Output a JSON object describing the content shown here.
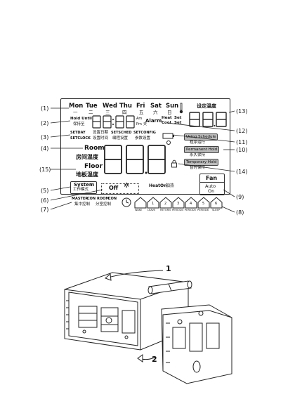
{
  "lcd": {
    "days": [
      "Mon",
      "Tue",
      "Wed",
      "Thu",
      "Fri",
      "Sat",
      "Sun"
    ],
    "days_cn": [
      "一",
      "二",
      "三",
      "四",
      "五",
      "六",
      "日"
    ],
    "set_temp_label": "设定温度",
    "hold_until": "Hold Until",
    "hold_until_cn": "保持至",
    "am": "Am",
    "pm": "Pm",
    "days_cn_unit": "天",
    "alarm": "Alarm",
    "heat": "Heat",
    "cool": "Cool",
    "set1": "Set",
    "set2": "Set",
    "setday": "SETDAY",
    "setday_cn": "设置日期",
    "setsched": "SETSCHED",
    "setconfig": "SETCONFIG",
    "setclock": "SETCLOCK",
    "setclock_cn": "设置时间",
    "setsched_cn": "编程设置",
    "setconfig_cn": "参数设置",
    "room": "Room",
    "room_cn": "房间温度",
    "floor": "Floor",
    "floor_cn": "地板温度",
    "using_schedule": "Using Schedule",
    "using_schedule_cn": "程序运行",
    "permanent_hold": "Permanent Hold",
    "permanent_hold_cn": "永久保持",
    "temporary_hold": "Temporary Hold",
    "temporary_hold_cn": "暂时保持",
    "system": "System",
    "system_cn": "工作模式",
    "off": "Off",
    "heat_on": "HeatOn",
    "heat_on_cn": "加热",
    "fan": "Fan",
    "auto": "Auto",
    "on": "On",
    "master": "MASTER",
    "con1": "CON",
    "room_con": "ROOM",
    "con2": "CON",
    "master_cn": "集中控制",
    "room_con_cn": "分室控制",
    "periods": [
      "WAKE",
      "LEAVE",
      "RETURN",
      "PERIOD4",
      "PERIOD5",
      "PERIOD6",
      "SLEEP"
    ],
    "period_nums": [
      "1",
      "2",
      "3",
      "4",
      "5",
      "6"
    ]
  },
  "callouts_left": [
    "(1)",
    "(2)",
    "(3)",
    "(4)",
    "(15)",
    "(5)",
    "(6)",
    "(7)"
  ],
  "callouts_right": [
    "(13)",
    "(12)",
    "(11)",
    "(10)",
    "(14)",
    "(9)",
    "(8)"
  ],
  "arrows": {
    "one": "1",
    "two": "2"
  }
}
